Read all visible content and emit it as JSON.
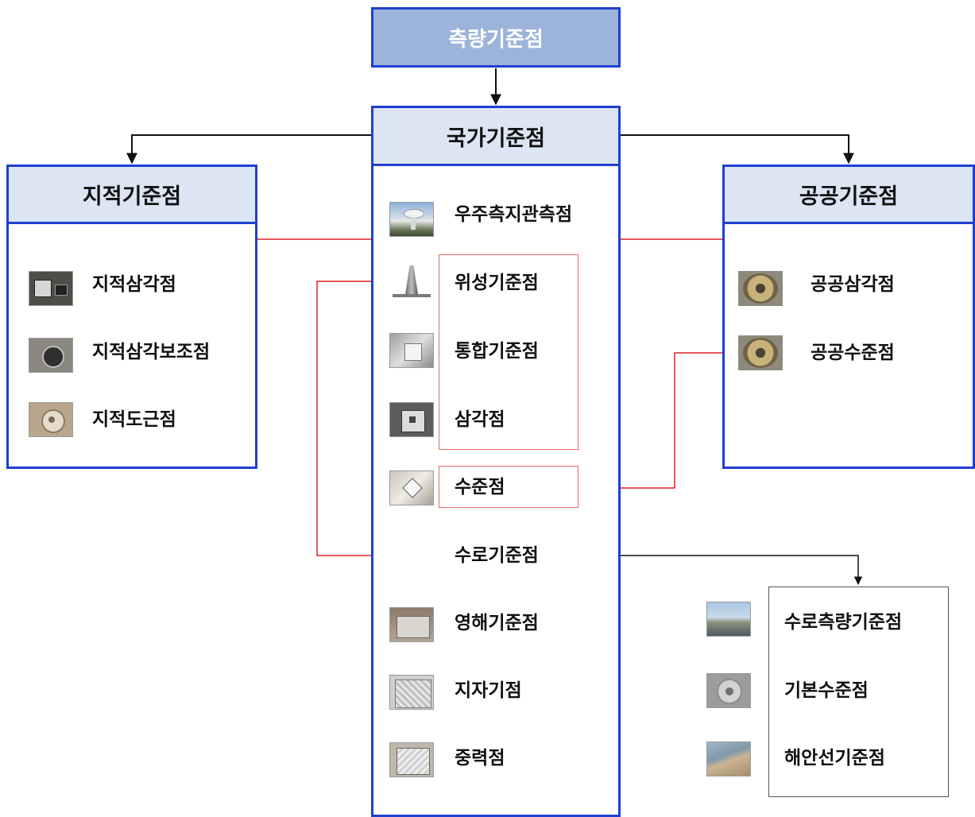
{
  "root": {
    "label": "측량기준점"
  },
  "national": {
    "label": "국가기준점",
    "items": [
      {
        "label": "우주측지관측점",
        "icon": "radio-telescope-photo-icon"
      },
      {
        "label": "위성기준점",
        "icon": "satellite-station-pillar-photo-icon"
      },
      {
        "label": "통합기준점",
        "icon": "unified-marker-photo-icon"
      },
      {
        "label": "삼각점",
        "icon": "triangulation-marker-photo-icon"
      },
      {
        "label": "수준점",
        "icon": "benchmark-marker-photo-icon"
      },
      {
        "label": "수로기준점"
      },
      {
        "label": "영해기준점",
        "icon": "territorial-sea-marker-photo-icon"
      },
      {
        "label": "지자기점",
        "icon": "geomagnetic-marker-photo-icon"
      },
      {
        "label": "중력점",
        "icon": "gravity-marker-photo-icon"
      }
    ]
  },
  "cadastral": {
    "label": "지적기준점",
    "items": [
      {
        "label": "지적삼각점",
        "icon": "cadastral-triangulation-photo-icon"
      },
      {
        "label": "지적삼각보조점",
        "icon": "cadastral-aux-marker-photo-icon"
      },
      {
        "label": "지적도근점",
        "icon": "cadastral-traverse-marker-photo-icon"
      }
    ]
  },
  "public": {
    "label": "공공기준점",
    "items": [
      {
        "label": "공공삼각점",
        "icon": "public-triangulation-disc-photo-icon"
      },
      {
        "label": "공공수준점",
        "icon": "public-benchmark-disc-photo-icon"
      }
    ]
  },
  "hydro": {
    "items": [
      {
        "label": "수로측량기준점",
        "icon": "coastline-photo-icon"
      },
      {
        "label": "기본수준점",
        "icon": "tidal-benchmark-disc-photo-icon"
      },
      {
        "label": "해안선기준점",
        "icon": "shoreline-photo-icon"
      }
    ]
  },
  "colors": {
    "border": "#1f3fd1",
    "header_fill": "#dbe5f3",
    "root_fill": "#9db4da",
    "red_arrow": "#e02020",
    "black_arrow": "#111111"
  }
}
